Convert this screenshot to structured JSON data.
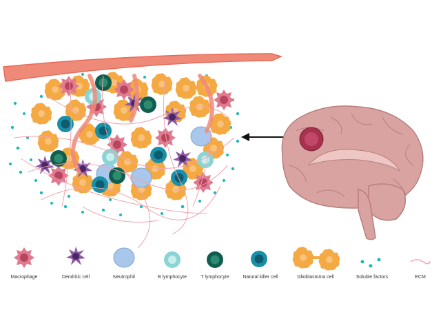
{
  "legend": {
    "macrophage": "Macrophage",
    "dendritic_cell": "Dendritic cell",
    "neutrophil": "Neutrophil",
    "b_lymphocyte": "B lymphocyte",
    "t_lymphocyte": "T lymphocyte",
    "nk_cell": "Natural killer cell",
    "glioblastoma_cell": "Glioblastoma cell",
    "soluble_factors": "Soluble factors",
    "ecm": "ECM"
  },
  "colors": {
    "macrophage": "#e07a8f",
    "dendritic": "#8e5aa8",
    "neutrophil": "#a9c7ea",
    "b_lymph": "#8ad4d4",
    "t_lymph": "#0f5e4e",
    "nk": "#1a8fa8",
    "glioblastoma": "#f5a943",
    "soluble": "#1fb7b7",
    "ecm": "#f2a3ad",
    "vessel": "#f08a78",
    "brain": "#d9a3a1",
    "tumor": "#a8314e"
  }
}
